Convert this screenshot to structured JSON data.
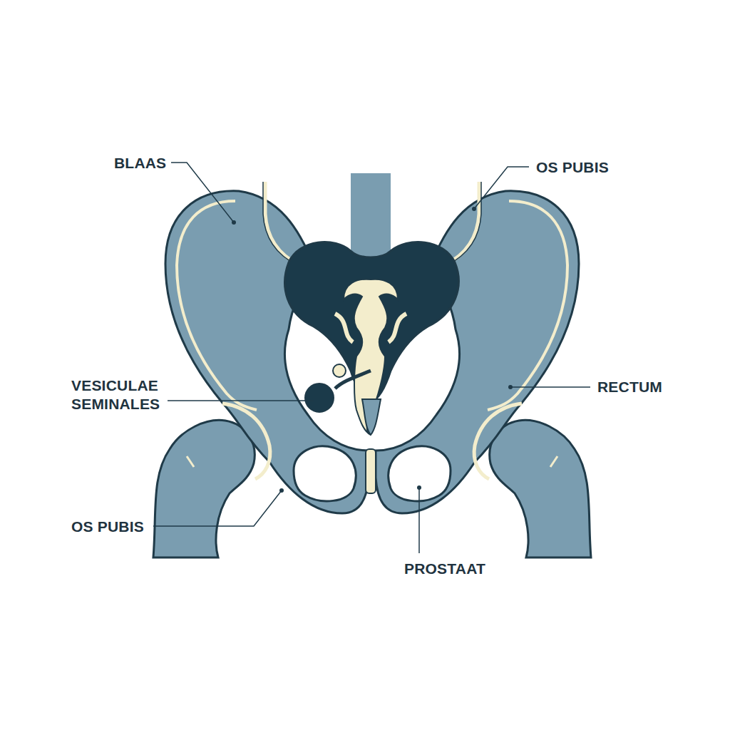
{
  "diagram": {
    "labels": [
      "BLAAS",
      "OS PUBIS",
      "VESICULAE SEMINALES",
      "RECTUM",
      "OS PUBIS",
      "PROSTAAT"
    ]
  }
}
